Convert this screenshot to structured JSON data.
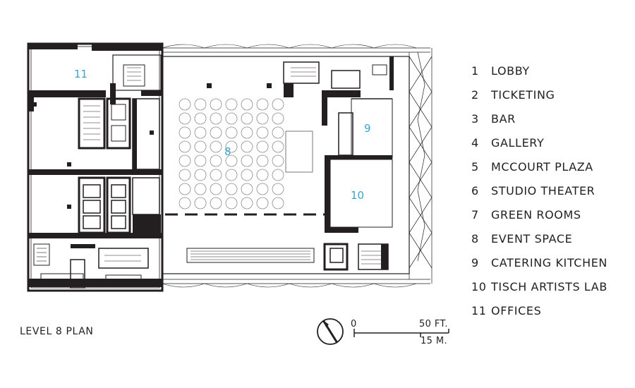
{
  "plan_title": "LEVEL 8 PLAN",
  "room_markers": [
    "11",
    "8",
    "9",
    "10"
  ],
  "legend": [
    {
      "num": "1",
      "label": "LOBBY"
    },
    {
      "num": "2",
      "label": "TICKETING"
    },
    {
      "num": "3",
      "label": "BAR"
    },
    {
      "num": "4",
      "label": "GALLERY"
    },
    {
      "num": "5",
      "label": "MCCOURT PLAZA"
    },
    {
      "num": "6",
      "label": "STUDIO THEATER"
    },
    {
      "num": "7",
      "label": "GREEN ROOMS"
    },
    {
      "num": "8",
      "label": "EVENT SPACE"
    },
    {
      "num": "9",
      "label": "CATERING KITCHEN"
    },
    {
      "num": "10",
      "label": "TISCH ARTISTS LAB"
    },
    {
      "num": "11",
      "label": "OFFICES"
    }
  ],
  "scale": {
    "zero": "0",
    "feet": "50 FT.",
    "meters": "15 M."
  },
  "colors": {
    "room_number": "#3aa6c8",
    "ink": "#231f20"
  }
}
